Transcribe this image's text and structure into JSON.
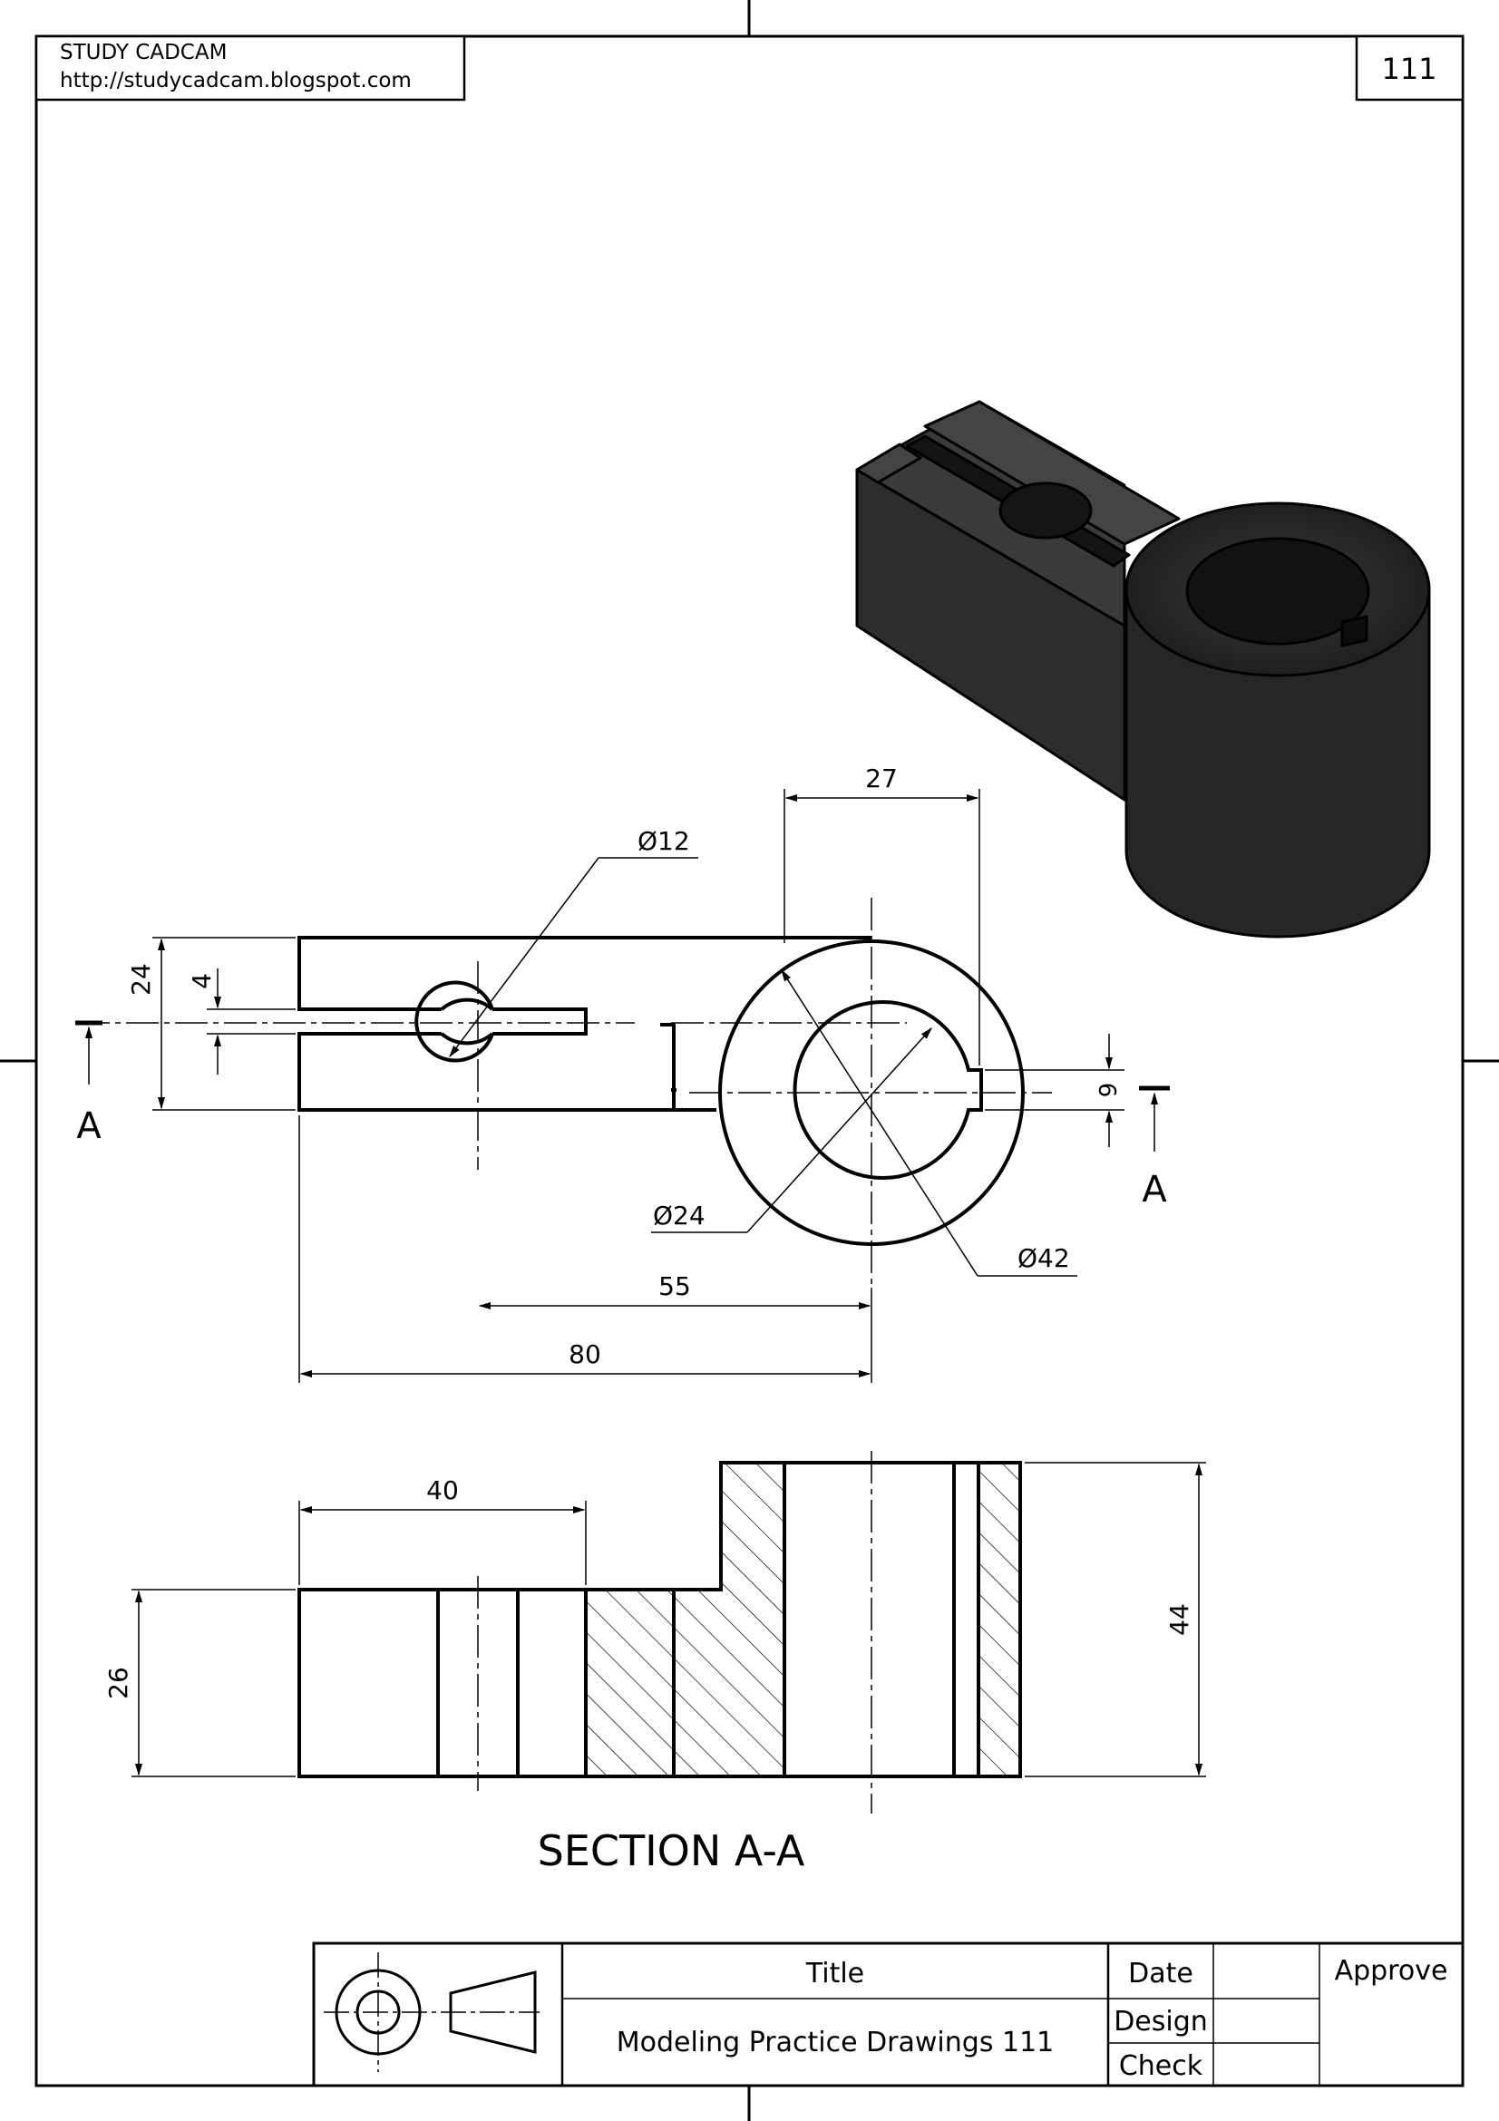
{
  "header": {
    "site_name": "STUDY CADCAM",
    "site_url": "http://studycadcam.blogspot.com",
    "page_number": "111"
  },
  "drawing": {
    "dim_27": "27",
    "dim_dia12": "Ø12",
    "dim_24_height": "24",
    "dim_4": "4",
    "dim_6": "6",
    "dim_dia24": "Ø24",
    "dim_dia42": "Ø42",
    "dim_55": "55",
    "dim_80": "80",
    "dim_40": "40",
    "dim_26": "26",
    "dim_44": "44",
    "section_marker_left": "A",
    "section_marker_right": "A",
    "section_title": "SECTION A-A"
  },
  "title_block": {
    "title_label": "Title",
    "title_value": "Modeling Practice Drawings 111",
    "date_label": "Date",
    "design_label": "Design",
    "check_label": "Check",
    "approve_label": "Approve"
  },
  "icons": {
    "projection_symbol": "third-angle-projection-icon"
  }
}
